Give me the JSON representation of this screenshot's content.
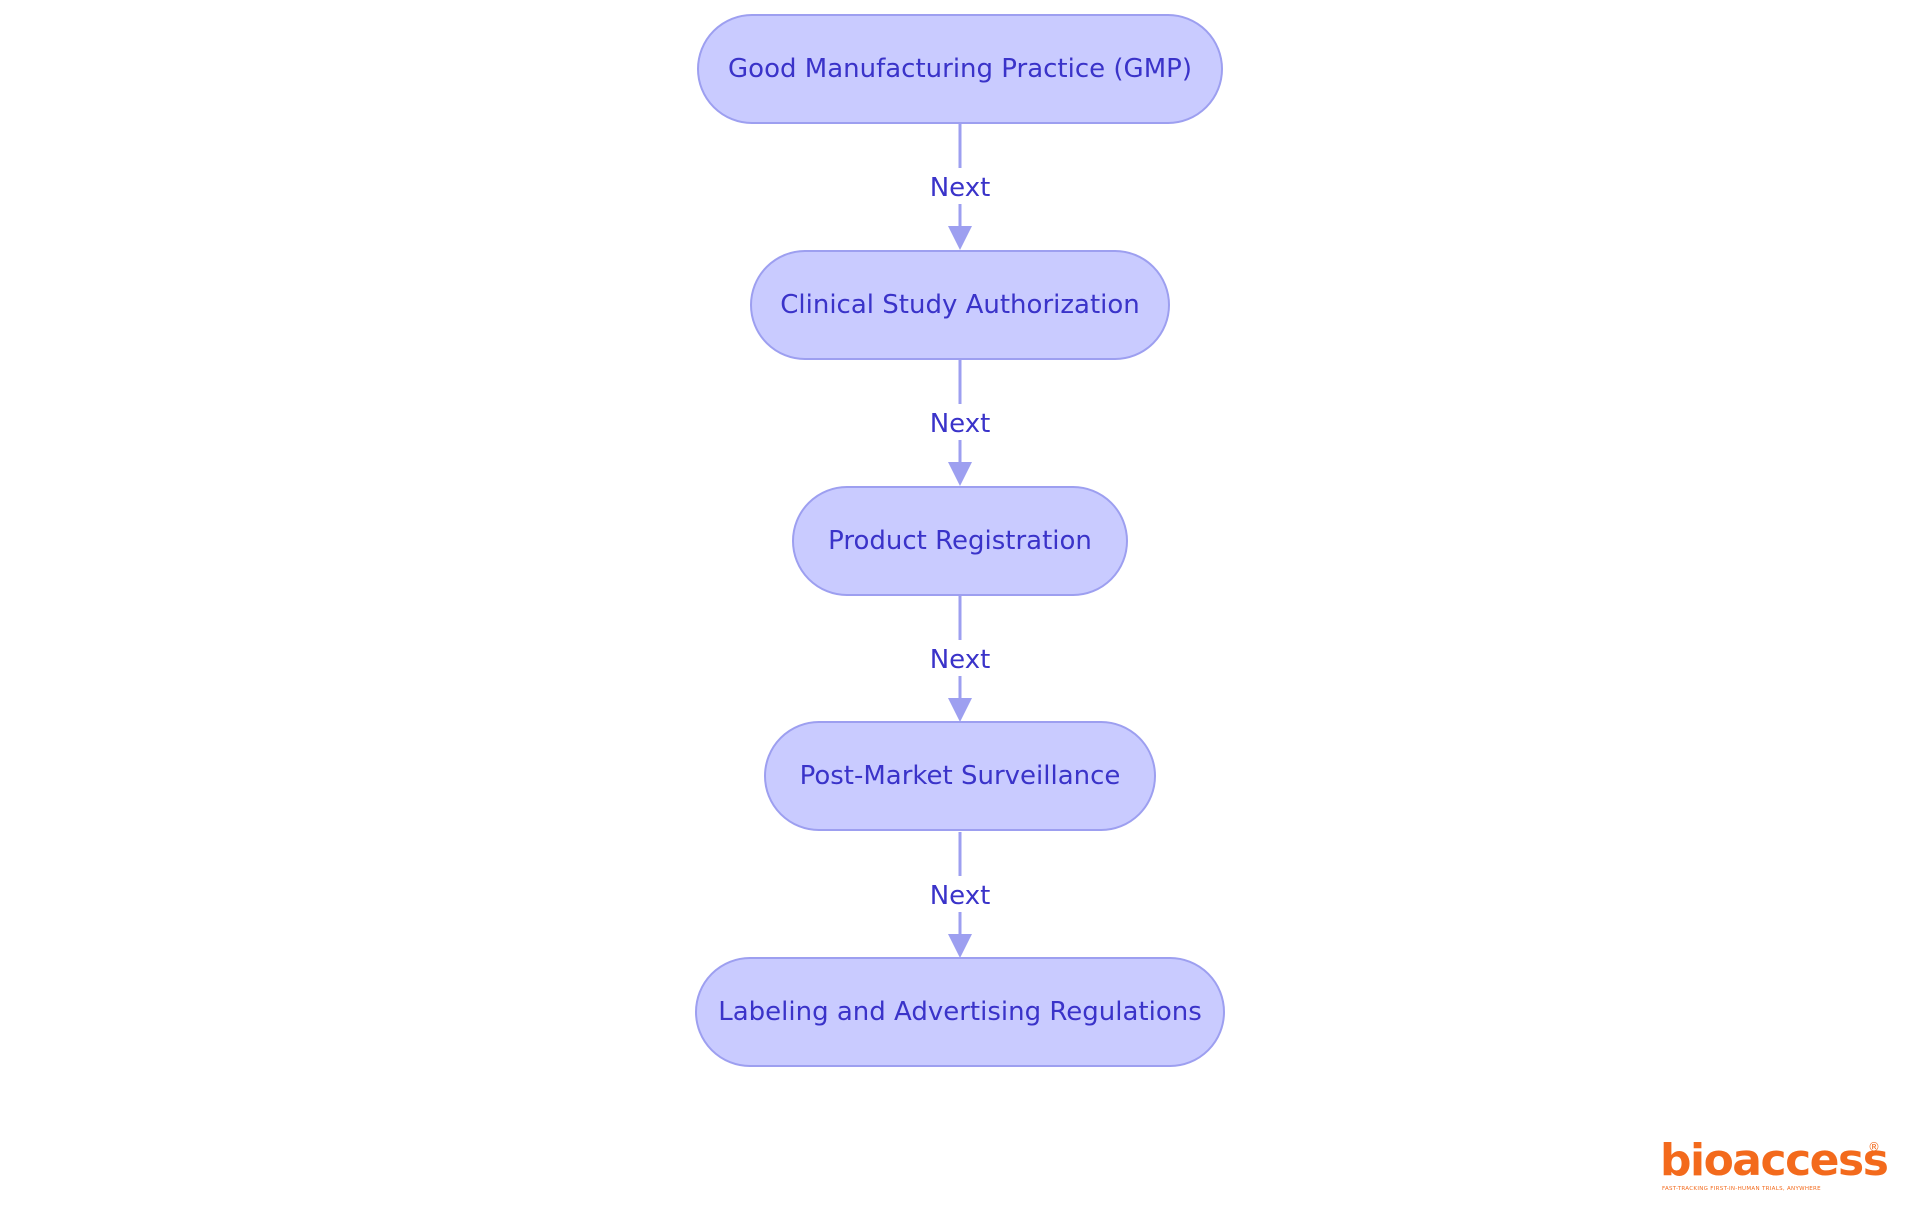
{
  "diagram": {
    "nodes": [
      {
        "id": "gmp",
        "label": "Good Manufacturing Practice (GMP)"
      },
      {
        "id": "csa",
        "label": "Clinical Study Authorization"
      },
      {
        "id": "pr",
        "label": "Product Registration"
      },
      {
        "id": "pms",
        "label": "Post-Market Surveillance"
      },
      {
        "id": "lar",
        "label": "Labeling and Advertising Regulations"
      }
    ],
    "edges": [
      {
        "from": "gmp",
        "to": "csa",
        "label": "Next"
      },
      {
        "from": "csa",
        "to": "pr",
        "label": "Next"
      },
      {
        "from": "pr",
        "to": "pms",
        "label": "Next"
      },
      {
        "from": "pms",
        "to": "lar",
        "label": "Next"
      }
    ]
  },
  "logo": {
    "wordmark": "bioaccess",
    "registered": "®",
    "tagline": "FAST-TRACKING FIRST-IN-HUMAN TRIALS, ANYWHERE"
  },
  "colors": {
    "node_fill": "#c9cbff",
    "node_stroke": "#9d9ff0",
    "text": "#3a33c9",
    "edge": "#9d9ff0",
    "logo": "#f36a1c",
    "background": "#ffffff"
  }
}
